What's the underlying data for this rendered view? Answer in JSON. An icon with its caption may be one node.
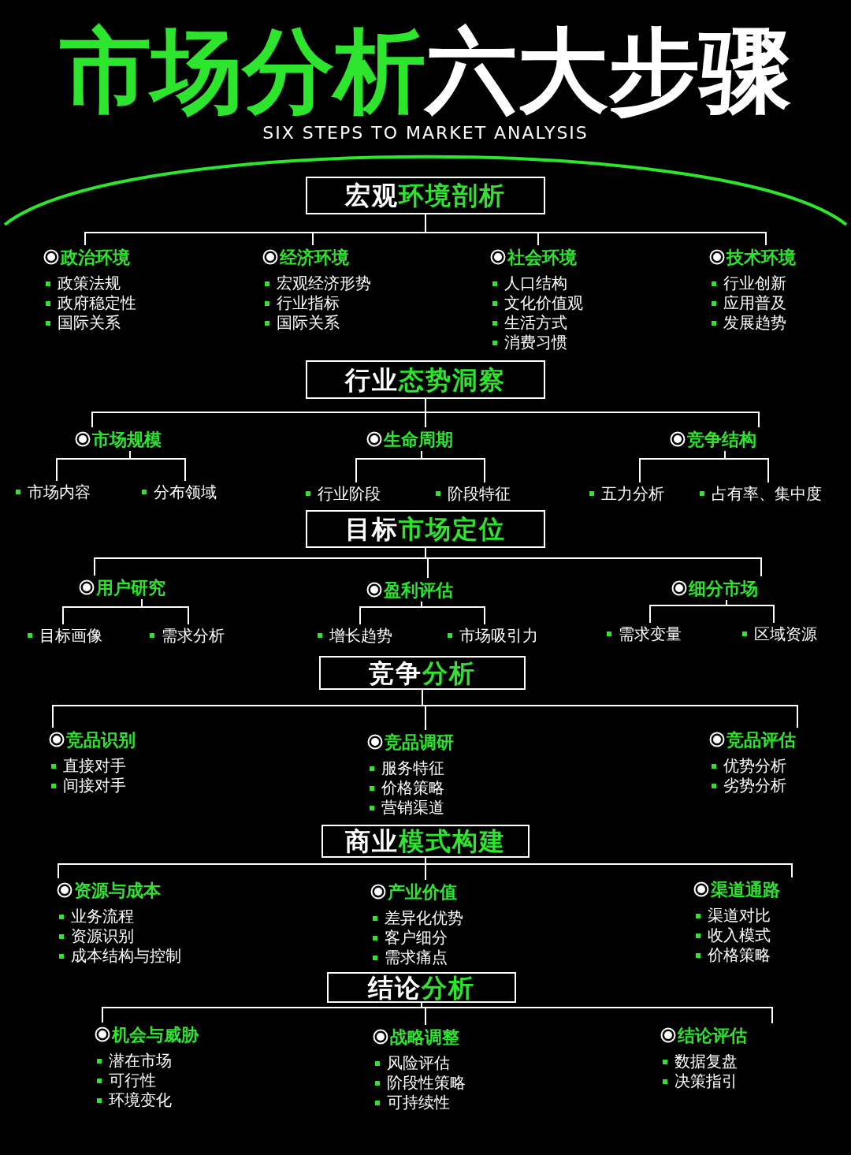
{
  "diagram": {
    "title": "市场分析六大步骤",
    "nodes": [
      {
        "text": [
          "宏观环境剖析"
        ]
      },
      {
        "text": [
          "政治环境",
          "政策法规",
          "政府稳定性",
          "国际关系"
        ]
      },
      {
        "text": [
          "经济环境",
          "宏观经济形势",
          "行业指标",
          "国际关系"
        ]
      },
      {
        "text": [
          "社会环境",
          "人口结构",
          "文化价值观",
          "生活方式",
          "消费习惯"
        ]
      },
      {
        "text": [
          "技术环境",
          "行业创新",
          "应用普及",
          "发展趋势"
        ]
      },
      {
        "text": [
          "行业态势洞察"
        ]
      },
      {
        "text": [
          "市场规模"
        ]
      },
      {
        "text": [
          "市场内容"
        ]
      },
      {
        "text": [
          "分布领域"
        ]
      },
      {
        "text": [
          "生命周期"
        ]
      },
      {
        "text": [
          "行业阶段"
        ]
      },
      {
        "text": [
          "阶段特征"
        ]
      },
      {
        "text": [
          "竞争结构"
        ]
      },
      {
        "text": [
          "五力分析"
        ]
      },
      {
        "text": [
          "占有率、集中度"
        ]
      },
      {
        "text": [
          "目标市场定位"
        ]
      },
      {
        "text": [
          "用户研究"
        ]
      },
      {
        "text": [
          "目标画像"
        ]
      },
      {
        "text": [
          "需求分析"
        ]
      },
      {
        "text": [
          "盈利评估"
        ]
      },
      {
        "text": [
          "增长趋势"
        ]
      },
      {
        "text": [
          "市场吸引力"
        ]
      },
      {
        "text": [
          "细分市场"
        ]
      },
      {
        "text": [
          "需求变量"
        ]
      },
      {
        "text": [
          "区域资源"
        ]
      },
      {
        "text": [
          "竞争分析"
        ]
      },
      {
        "text": [
          "竞品识别",
          "直接对手",
          "间接对手"
        ]
      },
      {
        "text": [
          "竞品调研",
          "服务特征",
          "价格策略",
          "营销渠道"
        ]
      },
      {
        "text": [
          "竞品评估",
          "优势分析",
          "劣势分析"
        ]
      },
      {
        "text": [
          "商业模式构建"
        ]
      },
      {
        "text": [
          "资源与成本",
          "业务流程",
          "资源识别",
          "成本结构与控制"
        ]
      },
      {
        "text": [
          "产业价值",
          "差异化优势",
          "客户细分",
          "需求痛点"
        ]
      },
      {
        "text": [
          "渠道通路",
          "渠道对比",
          "收入模式",
          "价格策略"
        ]
      },
      {
        "text": [
          "结论分析"
        ]
      },
      {
        "text": [
          "机会与威胁",
          "潜在市场",
          "可行性",
          "环境变化"
        ]
      },
      {
        "text": [
          "战略调整",
          "风险评估",
          "阶段性策略",
          "可持续性"
        ]
      },
      {
        "text": [
          "结论评估",
          "数据复盘",
          "决策指引"
        ]
      }
    ],
    "edges": [
      {
        "from": 0,
        "to": 1,
        "arrow": "none"
      },
      {
        "from": 0,
        "to": 2,
        "arrow": "none"
      },
      {
        "from": 0,
        "to": 3,
        "arrow": "none"
      },
      {
        "from": 0,
        "to": 4,
        "arrow": "none"
      },
      {
        "from": 5,
        "to": 6,
        "arrow": "none"
      },
      {
        "from": 5,
        "to": 9,
        "arrow": "none"
      },
      {
        "from": 5,
        "to": 12,
        "arrow": "none"
      },
      {
        "from": 6,
        "to": 7,
        "arrow": "none"
      },
      {
        "from": 6,
        "to": 8,
        "arrow": "none"
      },
      {
        "from": 9,
        "to": 10,
        "arrow": "none"
      },
      {
        "from": 9,
        "to": 11,
        "arrow": "none"
      },
      {
        "from": 12,
        "to": 13,
        "arrow": "none"
      },
      {
        "from": 12,
        "to": 14,
        "arrow": "none"
      },
      {
        "from": 15,
        "to": 16,
        "arrow": "none"
      },
      {
        "from": 15,
        "to": 19,
        "arrow": "none"
      },
      {
        "from": 15,
        "to": 22,
        "arrow": "none"
      },
      {
        "from": 16,
        "to": 17,
        "arrow": "none"
      },
      {
        "from": 16,
        "to": 18,
        "arrow": "none"
      },
      {
        "from": 19,
        "to": 20,
        "arrow": "none"
      },
      {
        "from": 19,
        "to": 21,
        "arrow": "none"
      },
      {
        "from": 22,
        "to": 23,
        "arrow": "none"
      },
      {
        "from": 22,
        "to": 24,
        "arrow": "none"
      },
      {
        "from": 25,
        "to": 26,
        "arrow": "none"
      },
      {
        "from": 25,
        "to": 27,
        "arrow": "none"
      },
      {
        "from": 25,
        "to": 28,
        "arrow": "none"
      },
      {
        "from": 29,
        "to": 30,
        "arrow": "none"
      },
      {
        "from": 29,
        "to": 31,
        "arrow": "none"
      },
      {
        "from": 29,
        "to": 32,
        "arrow": "none"
      },
      {
        "from": 33,
        "to": 34,
        "arrow": "none"
      },
      {
        "from": 33,
        "to": 35,
        "arrow": "none"
      },
      {
        "from": 33,
        "to": 36,
        "arrow": "none"
      }
    ],
    "labels": [
      "SIX STEPS TO MARKET ANALYSIS"
    ]
  }
}
